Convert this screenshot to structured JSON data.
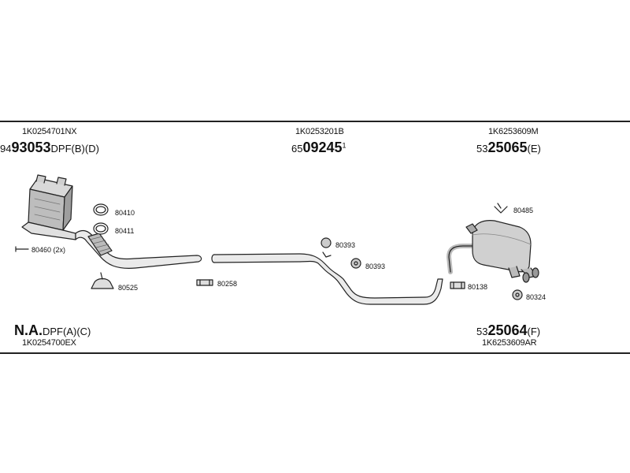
{
  "sections": {
    "front": {
      "oem_top": "1K0254701NX",
      "part_prefix": "94",
      "part_bold": "93053",
      "part_suffix": "DPF(B)(D)",
      "na_bold": "N.A.",
      "na_suffix": "DPF(A)(C)",
      "oem_bottom": "1K0254700EX"
    },
    "middle": {
      "oem_top": "1K0253201B",
      "part_prefix": "65",
      "part_bold": "09245",
      "part_sup": "1"
    },
    "rear": {
      "oem_top": "1K6253609M",
      "part_prefix": "53",
      "part_bold": "25065",
      "part_suffix": "(E)",
      "alt_prefix": "53",
      "alt_bold": "25064",
      "alt_suffix": "(F)",
      "oem_bottom": "1K6253609AR"
    }
  },
  "accessories": {
    "a80410": "80410",
    "a80411": "80411",
    "a80460": "80460 (2x)",
    "a80525": "80525",
    "a80258": "80258",
    "a80393a": "80393",
    "a80393b": "80393",
    "a80485": "80485",
    "a80138": "80138",
    "a80324": "80324"
  }
}
